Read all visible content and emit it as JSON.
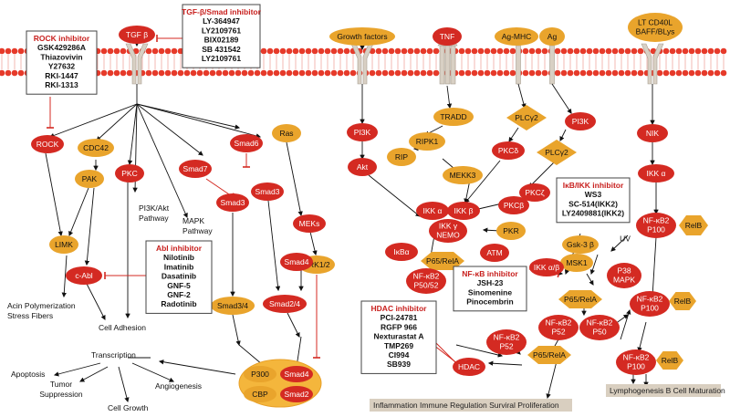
{
  "colors": {
    "red": "#d42a22",
    "orange": "#e9a42c",
    "membrane": "#e63a2a",
    "receptor": "#d8d0c4",
    "inhibitor_title": "#c8201e",
    "nucleus": "#f4b63c",
    "banner": "#d9cfc0"
  },
  "nodes": {
    "tgfb": "TGF β",
    "growth_factors": "Growth factors",
    "tnf": "TNF",
    "ag_mhc": "Ag-MHC",
    "ag": "Ag",
    "lt_cd40l_1": "LT CD40L",
    "lt_cd40l_2": "BAFF/BLys",
    "rock": "ROCK",
    "cdc42": "CDC42",
    "pak": "PAK",
    "limk": "LIMK",
    "cabl": "c-Abl",
    "pkc": "PKC",
    "smad6": "Smad6",
    "smad7": "Smad7",
    "smad3a": "Smad3",
    "smad3b": "Smad3",
    "ras": "Ras",
    "meks": "MEKs",
    "erk": "ERK1/2",
    "smad4": "Smad4",
    "smad34": "Smad3/4",
    "smad24": "Smad2/4",
    "p300": "P300",
    "cbp": "CBP",
    "smad4n": "Smad4",
    "smad2n": "Smad2",
    "pi3k_left": "PI3K",
    "akt": "Akt",
    "tradd": "TRADD",
    "ripk1": "RIPK1",
    "rip": "RIP",
    "mekk3": "MEKK3",
    "plcy2a": "PLCγ2",
    "plcy2b": "PLCγ2",
    "pi3k_right": "PI3K",
    "pkcd": "PKCδ",
    "pkcz": "PKCζ",
    "pkcb": "PKCβ",
    "ikka": "IKK α",
    "ikkb": "IKK β",
    "ikkg_1": "IKK γ",
    "ikkg_2": "NEMO",
    "pkr": "PKR",
    "atm": "ATM",
    "ikba": "IκBα",
    "p65rela1": "P65/RelA",
    "nfkb_p5052_1": "NF-κB2",
    "nfkb_p5052_2": "P50/52",
    "nik": "NIK",
    "ikka_r": "IKK α",
    "nfkb_p100_1": "NF-κB2",
    "nfkb_p100_2": "P100",
    "relb1": "RelB",
    "gsk3b": "Gsk-3 β",
    "uv": "UV",
    "msk1": "MSK1",
    "p38_1": "P38",
    "p38_2": "MAPK",
    "ikkab": "IKK α/β",
    "p65rela2": "P65/RelA",
    "nfkb_p52_1": "NF-κB2",
    "nfkb_p52_2": "P52",
    "nfkb_p50_1": "NF-κB2",
    "nfkb_p50_2": "P50",
    "nfkb_p100b_1": "NF-κB2",
    "nfkb_p100b_2": "P100",
    "relb2": "RelB",
    "nfkb_p52b_1": "NF-κB2",
    "nfkb_p52b_2": "P52",
    "p65rela3": "P65/RelA",
    "hdac": "HDAC",
    "nfkb_p100c_1": "NF-κB2",
    "nfkb_p100c_2": "P100",
    "relb3": "RelB"
  },
  "labels": {
    "acin_1": "Acin Polymerization",
    "acin_2": "Stress Fibers",
    "cell_adhesion": "Cell Adhesion",
    "pi3k_pathway_1": "PI3K/Akt",
    "pi3k_pathway_2": "Pathway",
    "mapk_pathway_1": "MAPK",
    "mapk_pathway_2": "Pathway",
    "transcription": "Transcription",
    "apoptosis": "Apoptosis",
    "tumor_1": "Tumor",
    "tumor_2": "Suppression",
    "cell_growth": "Cell Growth",
    "angiogenesis": "Angiogenesis"
  },
  "inhibitor_boxes": {
    "rock": {
      "title": "ROCK inhibitor",
      "items": [
        "GSK429286A",
        "Thiazovivin",
        "Y27632",
        "RKI-1447",
        "RKI-1313"
      ]
    },
    "tgf": {
      "title": "TGF-β/Smad inhibitor",
      "items": [
        "LY-364947",
        "LY2109761",
        "BIX02189",
        "SB 431542",
        "LY2109761"
      ]
    },
    "abl": {
      "title": "Abl inhibitor",
      "items": [
        "Nilotinib",
        "Imatinib",
        "Dasatinib",
        "GNF-5",
        "GNF-2",
        "Radotinib"
      ]
    },
    "ikk": {
      "title": "IκB/IKK inhibitor",
      "items": [
        "WS3",
        "SC-514(IKK2)",
        "LY2409881(IKK2)"
      ]
    },
    "nfkb": {
      "title": "NF-κB inhibitor",
      "items": [
        "JSH-23",
        "Sinomenine",
        "Pinocembrin"
      ]
    },
    "hdac": {
      "title": "HDAC inhibitor",
      "items": [
        "PCI-24781",
        "RGFP 966",
        "Nexturastat A",
        "TMP269",
        "CI994",
        "SB939"
      ]
    }
  },
  "banners": {
    "lymph": "Lymphogenesis B Cell Maturation",
    "inflam": "Inflammation Immune Regulation Surviral Proliferation"
  }
}
